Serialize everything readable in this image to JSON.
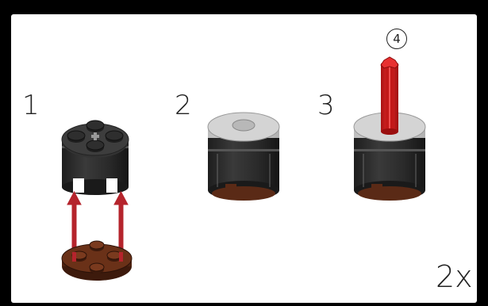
{
  "steps": [
    {
      "number": "1"
    },
    {
      "number": "2"
    },
    {
      "number": "3"
    }
  ],
  "substep_badge": "4",
  "multiplier": "2x",
  "colors": {
    "brick_dark": "#2b2b2b",
    "brick_light": "#d2d2d2",
    "axle_red": "#d81f1f",
    "plate_brown": "#5a2a16",
    "arrow_red": "#b5242c"
  },
  "icons": [
    "round-brick-2x2-dark-grey",
    "round-plate-2x2-brown",
    "axle-red",
    "assembly-arrow"
  ]
}
